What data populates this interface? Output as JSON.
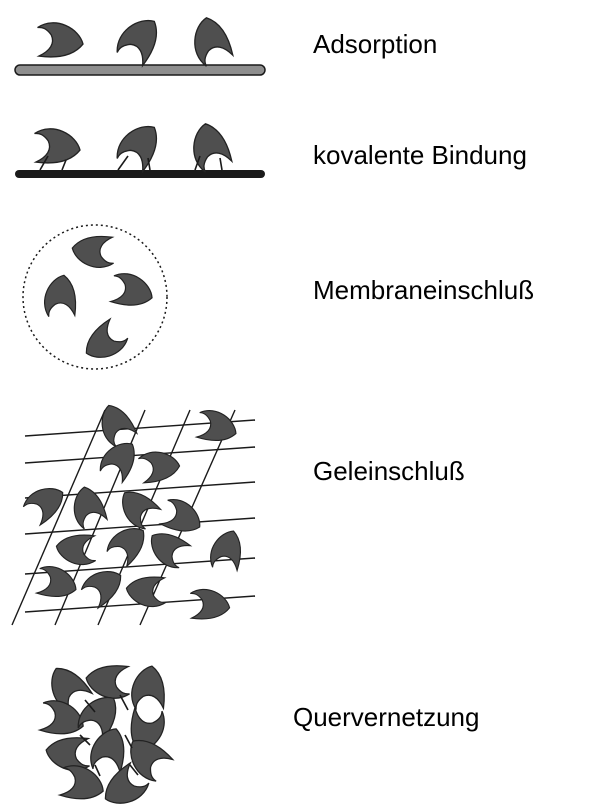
{
  "colors": {
    "enzyme_fill": "#4f4f4f",
    "enzyme_stroke": "#222222",
    "carrier_fill": "#8e8e8e",
    "line": "#1a1a1a",
    "text": "#000000"
  },
  "methods": [
    {
      "label": "Adsorption"
    },
    {
      "label": "kovalente Bindung"
    },
    {
      "label": "Membraneinschluß"
    },
    {
      "label": "Geleinschluß"
    },
    {
      "label": "Quervernetzung"
    }
  ]
}
